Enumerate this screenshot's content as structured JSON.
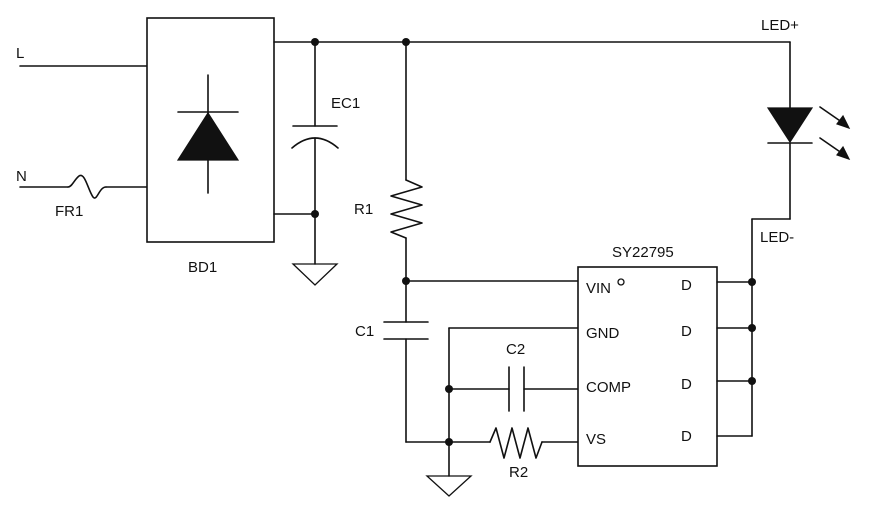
{
  "labels": {
    "l": "L",
    "n": "N",
    "fr1": "FR1",
    "bd1": "BD1",
    "ec1": "EC1",
    "r1": "R1",
    "c1": "C1",
    "c2": "C2",
    "r2": "R2",
    "led_plus": "LED+",
    "led_minus": "LED-"
  },
  "ic": {
    "name": "SY22795",
    "left_pins": [
      "VIN",
      "GND",
      "COMP",
      "VS"
    ],
    "right_pins": [
      "D",
      "D",
      "D",
      "D"
    ]
  }
}
